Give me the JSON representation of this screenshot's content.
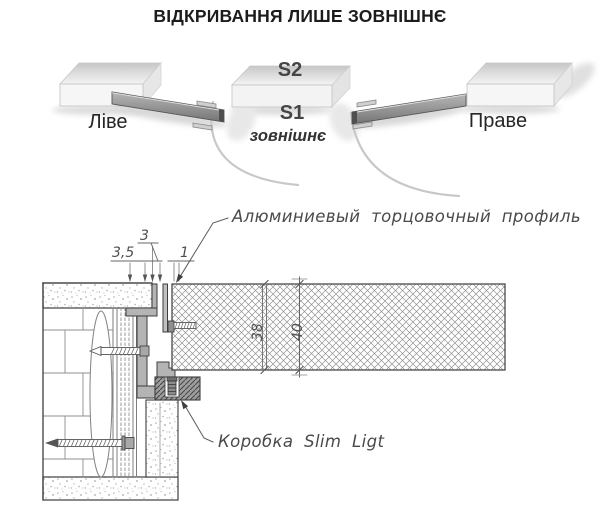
{
  "title": "ВІДКРИВАННЯ ЛИШЕ ЗОВНІШНЄ",
  "schematic": {
    "left_door_label": "Ліве",
    "right_door_label": "Праве",
    "s2": "S2",
    "s1": "S1",
    "s1_sub": "зовнішнє"
  },
  "section": {
    "alu_profile_callout": "Алюминиевый торцовочный профиль",
    "frame_callout": "Коробка Slim Ligt",
    "dims": {
      "top_a": "3",
      "top_b": "3,5",
      "top_c": "1",
      "panel_core": "38",
      "panel_total": "40"
    }
  },
  "colors": {
    "line": "#3e3e3e",
    "profile_fill": "#b4b4b4",
    "door_dark": "#6f6f6f",
    "label_gray": "#4a4a4a",
    "arc_gray": "#c8c8c8"
  }
}
